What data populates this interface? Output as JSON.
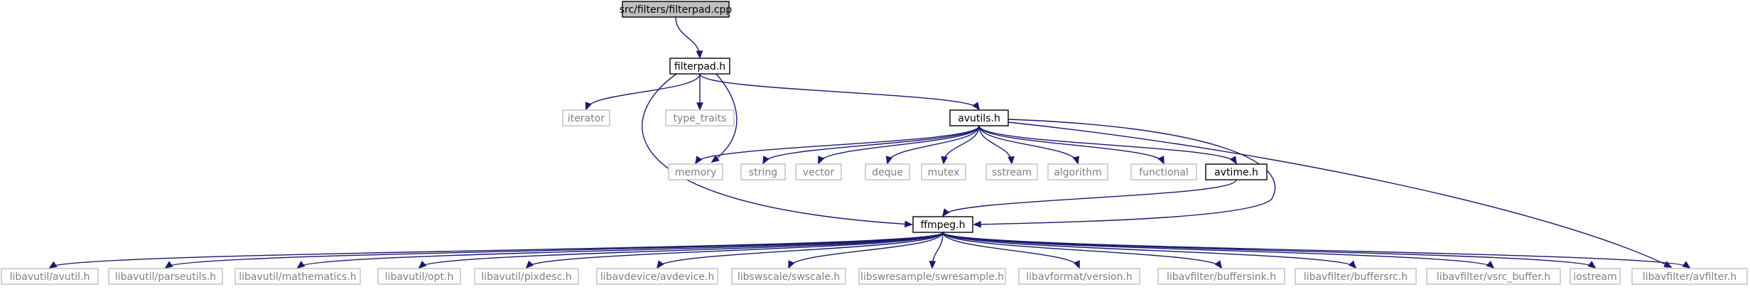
{
  "graph": {
    "nodes": [
      {
        "id": "filterpad_cpp",
        "label": "src/filters/filterpad.cpp",
        "kind": "focus"
      },
      {
        "id": "filterpad_h",
        "label": "filterpad.h",
        "kind": "doc"
      },
      {
        "id": "iterator",
        "label": "iterator",
        "kind": "ext"
      },
      {
        "id": "type_traits",
        "label": "type_traits",
        "kind": "ext"
      },
      {
        "id": "avutils_h",
        "label": "avutils.h",
        "kind": "doc"
      },
      {
        "id": "memory",
        "label": "memory",
        "kind": "ext"
      },
      {
        "id": "string",
        "label": "string",
        "kind": "ext"
      },
      {
        "id": "vector",
        "label": "vector",
        "kind": "ext"
      },
      {
        "id": "deque",
        "label": "deque",
        "kind": "ext"
      },
      {
        "id": "mutex",
        "label": "mutex",
        "kind": "ext"
      },
      {
        "id": "sstream",
        "label": "sstream",
        "kind": "ext"
      },
      {
        "id": "algorithm",
        "label": "algorithm",
        "kind": "ext"
      },
      {
        "id": "functional",
        "label": "functional",
        "kind": "ext"
      },
      {
        "id": "avtime_h",
        "label": "avtime.h",
        "kind": "doc"
      },
      {
        "id": "ffmpeg_h",
        "label": "ffmpeg.h",
        "kind": "doc"
      },
      {
        "id": "avutil_h",
        "label": "libavutil/avutil.h",
        "kind": "ext"
      },
      {
        "id": "parseutils_h",
        "label": "libavutil/parseutils.h",
        "kind": "ext"
      },
      {
        "id": "mathematics_h",
        "label": "libavutil/mathematics.h",
        "kind": "ext"
      },
      {
        "id": "opt_h",
        "label": "libavutil/opt.h",
        "kind": "ext"
      },
      {
        "id": "pixdesc_h",
        "label": "libavutil/pixdesc.h",
        "kind": "ext"
      },
      {
        "id": "avdevice_h",
        "label": "libavdevice/avdevice.h",
        "kind": "ext"
      },
      {
        "id": "swscale_h",
        "label": "libswscale/swscale.h",
        "kind": "ext"
      },
      {
        "id": "swresample_h",
        "label": "libswresample/swresample.h",
        "kind": "ext"
      },
      {
        "id": "version_h",
        "label": "libavformat/version.h",
        "kind": "ext"
      },
      {
        "id": "buffersink_h",
        "label": "libavfilter/buffersink.h",
        "kind": "ext"
      },
      {
        "id": "buffersrc_h",
        "label": "libavfilter/buffersrc.h",
        "kind": "ext"
      },
      {
        "id": "vsrc_buffer_h",
        "label": "libavfilter/vsrc_buffer.h",
        "kind": "ext"
      },
      {
        "id": "iostream",
        "label": "iostream",
        "kind": "ext"
      },
      {
        "id": "avfilter_h",
        "label": "libavfilter/avfilter.h",
        "kind": "ext"
      }
    ],
    "edges": [
      [
        "filterpad_cpp",
        "filterpad_h"
      ],
      [
        "filterpad_h",
        "iterator"
      ],
      [
        "filterpad_h",
        "type_traits"
      ],
      [
        "filterpad_h",
        "memory"
      ],
      [
        "filterpad_h",
        "avutils_h"
      ],
      [
        "filterpad_h",
        "ffmpeg_h"
      ],
      [
        "avutils_h",
        "memory"
      ],
      [
        "avutils_h",
        "string"
      ],
      [
        "avutils_h",
        "vector"
      ],
      [
        "avutils_h",
        "deque"
      ],
      [
        "avutils_h",
        "mutex"
      ],
      [
        "avutils_h",
        "sstream"
      ],
      [
        "avutils_h",
        "algorithm"
      ],
      [
        "avutils_h",
        "functional"
      ],
      [
        "avutils_h",
        "avtime_h"
      ],
      [
        "avutils_h",
        "ffmpeg_h"
      ],
      [
        "avutils_h",
        "avfilter_h"
      ],
      [
        "avtime_h",
        "ffmpeg_h"
      ],
      [
        "ffmpeg_h",
        "avutil_h"
      ],
      [
        "ffmpeg_h",
        "parseutils_h"
      ],
      [
        "ffmpeg_h",
        "mathematics_h"
      ],
      [
        "ffmpeg_h",
        "opt_h"
      ],
      [
        "ffmpeg_h",
        "pixdesc_h"
      ],
      [
        "ffmpeg_h",
        "avdevice_h"
      ],
      [
        "ffmpeg_h",
        "swscale_h"
      ],
      [
        "ffmpeg_h",
        "swresample_h"
      ],
      [
        "ffmpeg_h",
        "version_h"
      ],
      [
        "ffmpeg_h",
        "buffersink_h"
      ],
      [
        "ffmpeg_h",
        "buffersrc_h"
      ],
      [
        "ffmpeg_h",
        "vsrc_buffer_h"
      ],
      [
        "ffmpeg_h",
        "iostream"
      ],
      [
        "ffmpeg_h",
        "avfilter_h"
      ]
    ]
  }
}
